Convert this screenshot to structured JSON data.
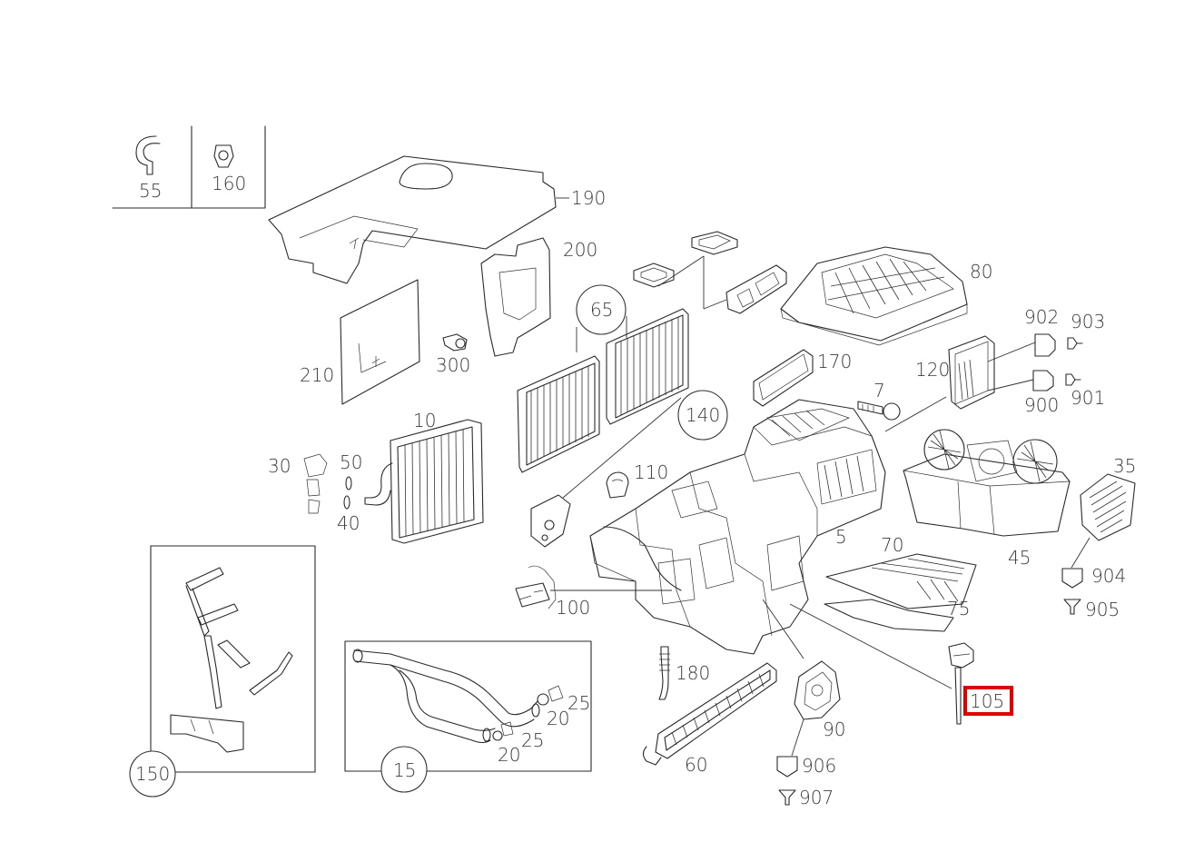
{
  "diagram": {
    "highlight_color": "#e00000",
    "highlighted_part": "105",
    "callouts": {
      "p55": "55",
      "p160": "160",
      "p190": "190",
      "p200": "200",
      "p210": "210",
      "p300": "300",
      "p65": "65",
      "p140": "140",
      "p170": "170",
      "p80": "80",
      "p902": "902",
      "p903": "903",
      "p120": "120",
      "p900": "900",
      "p901": "901",
      "p7": "7",
      "p10": "10",
      "p30": "30",
      "p50": "50",
      "p40": "40",
      "p110": "110",
      "p5": "5",
      "p35": "35",
      "p45": "45",
      "p70": "70",
      "p904": "904",
      "p905": "905",
      "p75": "75",
      "p100": "100",
      "p180": "180",
      "p25a": "25",
      "p20a": "20",
      "p25b": "25",
      "p20b": "20",
      "p90": "90",
      "p105": "105",
      "p150": "150",
      "p15": "15",
      "p60": "60",
      "p906": "906",
      "p907": "907"
    }
  }
}
